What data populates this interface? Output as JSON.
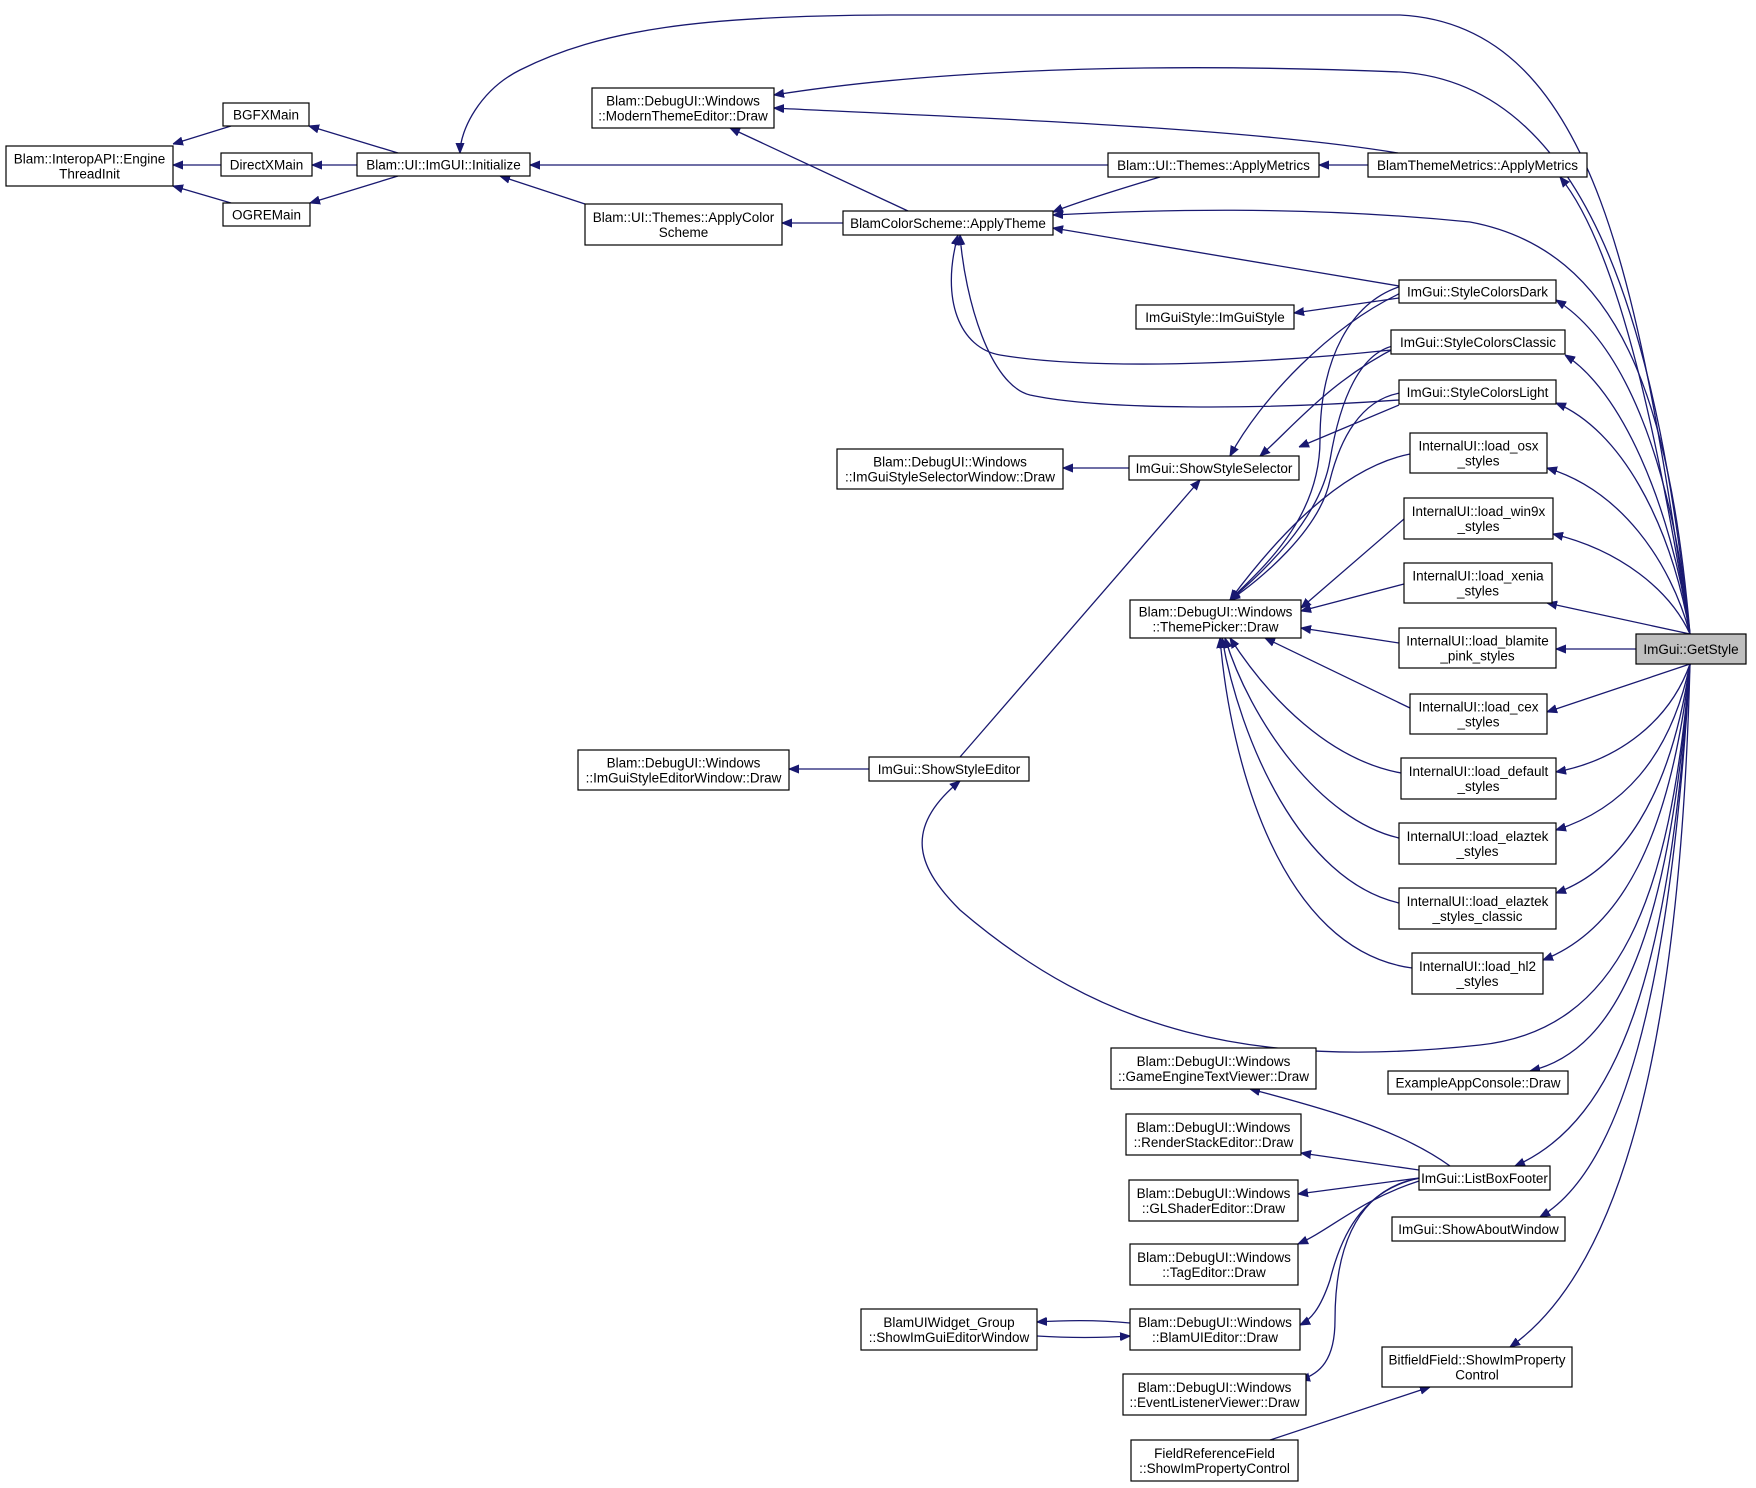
{
  "graph": {
    "type": "caller-graph",
    "colors": {
      "edge": "#191970",
      "node_border": "#000000",
      "focus_fill": "#bfbfbf"
    },
    "nodes": [
      {
        "id": "getstyle",
        "lines": [
          "ImGui::GetStyle"
        ],
        "focus": true
      },
      {
        "id": "engine_thread_init",
        "lines": [
          "Blam::InteropAPI::Engine",
          "ThreadInit"
        ]
      },
      {
        "id": "bgfxmain",
        "lines": [
          "BGFXMain"
        ]
      },
      {
        "id": "directxmain",
        "lines": [
          "DirectXMain"
        ]
      },
      {
        "id": "ogremain",
        "lines": [
          "OGREMain"
        ]
      },
      {
        "id": "imgui_initialize",
        "lines": [
          "Blam::UI::ImGUI::Initialize"
        ]
      },
      {
        "id": "modern_theme_editor",
        "lines": [
          "Blam::DebugUI::Windows",
          "::ModernThemeEditor::Draw"
        ]
      },
      {
        "id": "apply_color_scheme",
        "lines": [
          "Blam::UI::Themes::ApplyColor",
          "Scheme"
        ]
      },
      {
        "id": "color_scheme_apply_theme",
        "lines": [
          "BlamColorScheme::ApplyTheme"
        ]
      },
      {
        "id": "themes_apply_metrics",
        "lines": [
          "Blam::UI::Themes::ApplyMetrics"
        ]
      },
      {
        "id": "theme_metrics_apply",
        "lines": [
          "BlamThemeMetrics::ApplyMetrics"
        ]
      },
      {
        "id": "style_colors_dark",
        "lines": [
          "ImGui::StyleColorsDark"
        ]
      },
      {
        "id": "imguistyle_ctor",
        "lines": [
          "ImGuiStyle::ImGuiStyle"
        ]
      },
      {
        "id": "style_colors_classic",
        "lines": [
          "ImGui::StyleColorsClassic"
        ]
      },
      {
        "id": "style_colors_light",
        "lines": [
          "ImGui::StyleColorsLight"
        ]
      },
      {
        "id": "style_selector_window",
        "lines": [
          "Blam::DebugUI::Windows",
          "::ImGuiStyleSelectorWindow::Draw"
        ]
      },
      {
        "id": "show_style_selector",
        "lines": [
          "ImGui::ShowStyleSelector"
        ]
      },
      {
        "id": "load_osx",
        "lines": [
          "InternalUI::load_osx",
          "_styles"
        ]
      },
      {
        "id": "load_win9x",
        "lines": [
          "InternalUI::load_win9x",
          "_styles"
        ]
      },
      {
        "id": "load_xenia",
        "lines": [
          "InternalUI::load_xenia",
          "_styles"
        ]
      },
      {
        "id": "theme_picker",
        "lines": [
          "Blam::DebugUI::Windows",
          "::ThemePicker::Draw"
        ]
      },
      {
        "id": "load_blamite_pink",
        "lines": [
          "InternalUI::load_blamite",
          "_pink_styles"
        ]
      },
      {
        "id": "load_cex",
        "lines": [
          "InternalUI::load_cex",
          "_styles"
        ]
      },
      {
        "id": "load_default",
        "lines": [
          "InternalUI::load_default",
          "_styles"
        ]
      },
      {
        "id": "load_elaztek",
        "lines": [
          "InternalUI::load_elaztek",
          "_styles"
        ]
      },
      {
        "id": "load_elaztek_classic",
        "lines": [
          "InternalUI::load_elaztek",
          "_styles_classic"
        ]
      },
      {
        "id": "load_hl2",
        "lines": [
          "InternalUI::load_hl2",
          "_styles"
        ]
      },
      {
        "id": "style_editor_window",
        "lines": [
          "Blam::DebugUI::Windows",
          "::ImGuiStyleEditorWindow::Draw"
        ]
      },
      {
        "id": "show_style_editor",
        "lines": [
          "ImGui::ShowStyleEditor"
        ]
      },
      {
        "id": "game_engine_text_viewer",
        "lines": [
          "Blam::DebugUI::Windows",
          "::GameEngineTextViewer::Draw"
        ]
      },
      {
        "id": "example_app_console",
        "lines": [
          "ExampleAppConsole::Draw"
        ]
      },
      {
        "id": "render_stack_editor",
        "lines": [
          "Blam::DebugUI::Windows",
          "::RenderStackEditor::Draw"
        ]
      },
      {
        "id": "list_box_footer",
        "lines": [
          "ImGui::ListBoxFooter"
        ]
      },
      {
        "id": "gl_shader_editor",
        "lines": [
          "Blam::DebugUI::Windows",
          "::GLShaderEditor::Draw"
        ]
      },
      {
        "id": "show_about_window",
        "lines": [
          "ImGui::ShowAboutWindow"
        ]
      },
      {
        "id": "tag_editor",
        "lines": [
          "Blam::DebugUI::Windows",
          "::TagEditor::Draw"
        ]
      },
      {
        "id": "widget_group",
        "lines": [
          "BlamUIWidget_Group",
          "::ShowImGuiEditorWindow"
        ]
      },
      {
        "id": "blam_ui_editor",
        "lines": [
          "Blam::DebugUI::Windows",
          "::BlamUIEditor::Draw"
        ]
      },
      {
        "id": "bitfield_field",
        "lines": [
          "BitfieldField::ShowImProperty",
          "Control"
        ]
      },
      {
        "id": "event_listener_viewer",
        "lines": [
          "Blam::DebugUI::Windows",
          "::EventListenerViewer::Draw"
        ]
      },
      {
        "id": "field_reference_field",
        "lines": [
          "FieldReferenceField",
          "::ShowImPropertyControl"
        ]
      }
    ]
  }
}
